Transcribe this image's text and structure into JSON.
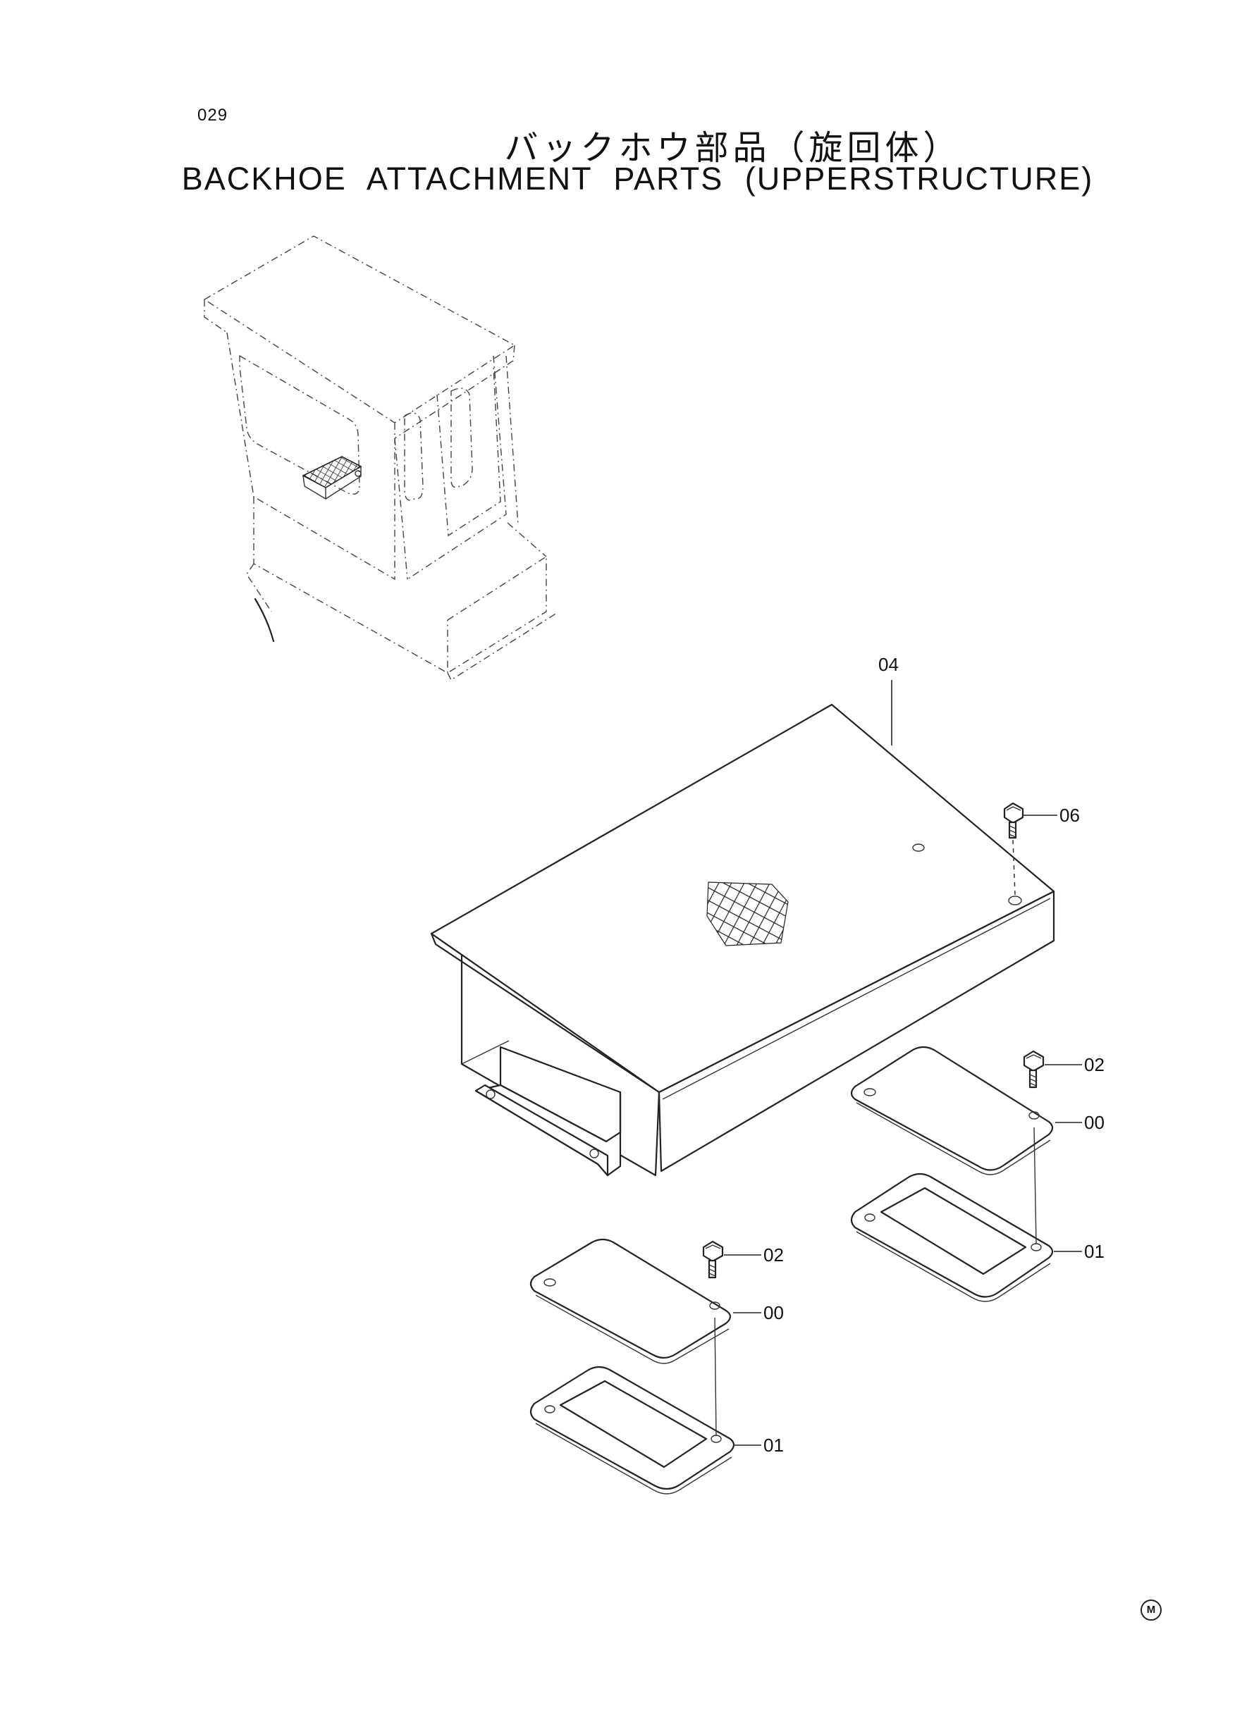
{
  "header": {
    "page_number": "029",
    "title_jp": "バックホウ部品（旋回体）",
    "title_en": "BACKHOE ATTACHMENT PARTS (UPPERSTRUCTURE)"
  },
  "callouts": {
    "c04": "04",
    "c06": "06",
    "c02_right": "02",
    "c00_right": "00",
    "c01_right": "01",
    "c02_left": "02",
    "c00_left": "00",
    "c01_left": "01"
  },
  "footer": {
    "mark": "M"
  }
}
